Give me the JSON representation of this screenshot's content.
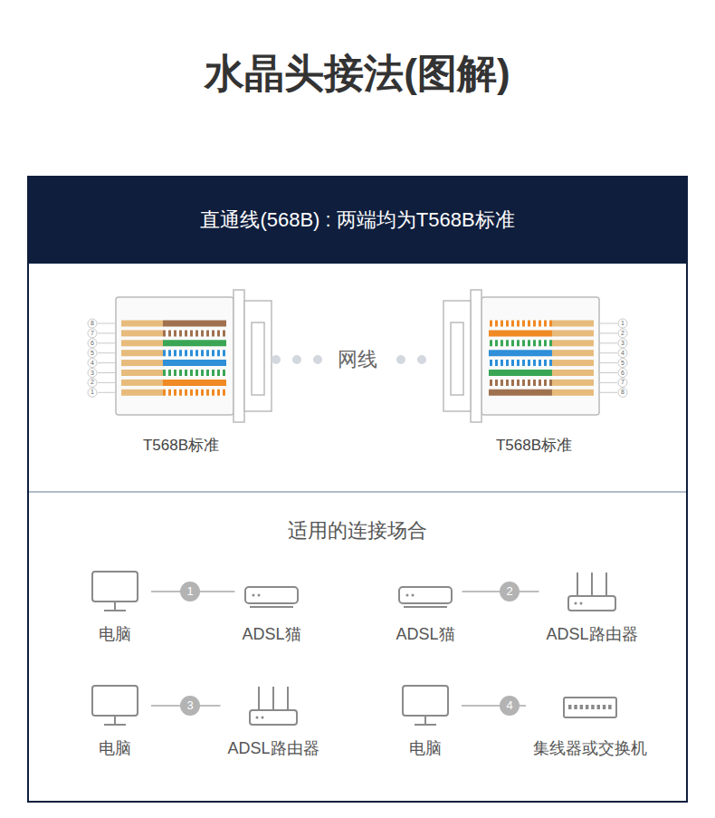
{
  "diagram": {
    "title": "水晶头接法(图解)",
    "nodes": [
      {
        "text": [
          "直通线(568B) : 两端均为T568B标准"
        ]
      },
      {
        "text": [
          "T568B标准"
        ]
      },
      {
        "text": [
          "T568B标准"
        ]
      },
      {
        "text": [
          "电脑"
        ]
      },
      {
        "text": [
          "ADSL猫"
        ]
      },
      {
        "text": [
          "ADSL猫"
        ]
      },
      {
        "text": [
          "ADSL路由器"
        ]
      },
      {
        "text": [
          "电脑"
        ]
      },
      {
        "text": [
          "ADSL路由器"
        ]
      },
      {
        "text": [
          "电脑"
        ]
      },
      {
        "text": [
          "集线器或交换机"
        ]
      }
    ],
    "edges": [
      {
        "from": 1,
        "to": 2,
        "arrow": "none",
        "label": "网线"
      },
      {
        "from": 3,
        "to": 4,
        "arrow": "none",
        "label": "1"
      },
      {
        "from": 5,
        "to": 6,
        "arrow": "none",
        "label": "2"
      },
      {
        "from": 7,
        "to": 8,
        "arrow": "none",
        "label": "3"
      },
      {
        "from": 9,
        "to": 10,
        "arrow": "none",
        "label": "4"
      }
    ],
    "labels": [
      "8",
      "7",
      "6",
      "5",
      "4",
      "3",
      "2",
      "1",
      "1",
      "2",
      "3",
      "4",
      "5",
      "6",
      "7",
      "8",
      "适用的连接场合"
    ]
  }
}
